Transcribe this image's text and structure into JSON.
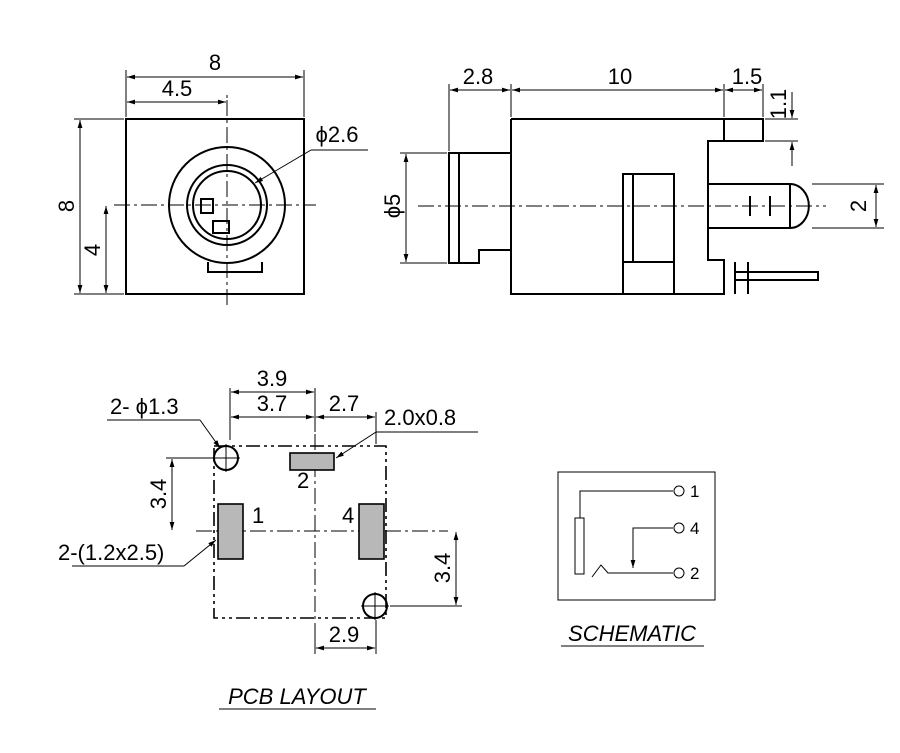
{
  "front_view": {
    "dim_width": "8",
    "dim_center_x": "4.5",
    "dim_hole": "ϕ2.6",
    "dim_height": "8",
    "dim_center_y": "4"
  },
  "side_view": {
    "dim_flange": "2.8",
    "dim_body": "10",
    "dim_tail": "1.5",
    "dim_tab": "1.1",
    "dim_barrel": "ϕ5",
    "dim_pin": "2"
  },
  "pcb_layout": {
    "title": "PCB LAYOUT",
    "dim_39": "3.9",
    "dim_37": "3.7",
    "dim_27": "2.7",
    "dim_holes": "2- ϕ1.3",
    "dim_pad_small": "2.0x0.8",
    "dim_34_left": "3.4",
    "dim_pads_large": "2-(1.2x2.5)",
    "dim_34_right": "3.4",
    "dim_29": "2.9",
    "pad_label_1": "1",
    "pad_label_2": "2",
    "pad_label_4": "4"
  },
  "schematic": {
    "title": "SCHEMATIC",
    "pin_1": "1",
    "pin_4": "4",
    "pin_2": "2"
  }
}
